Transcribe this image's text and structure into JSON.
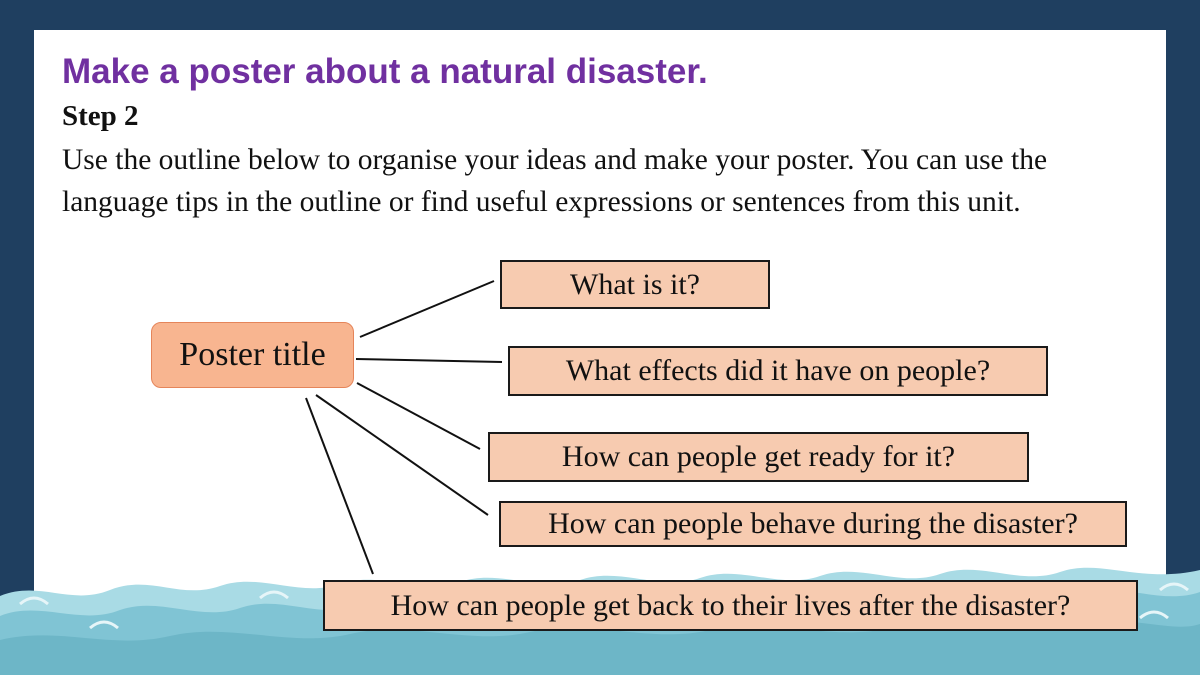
{
  "slide": {
    "title": "Make a poster about a natural disaster.",
    "step": "Step 2",
    "instructions": "Use the outline below to organise your ideas and make your poster. You can use the language tips in the outline or find useful expressions or sentences from this unit."
  },
  "mindmap": {
    "center": "Poster title",
    "questions": [
      "What is it?",
      "What effects did it have on people?",
      "How can people get ready for it?",
      "How can people behave during the disaster?",
      "How can people get back to their lives after the disaster?"
    ]
  },
  "colors": {
    "background": "#1f3f60",
    "title": "#7030a0",
    "center_node": "#f8b590",
    "question_box": "#f7cbb0",
    "wave": "#7fc6d6"
  }
}
